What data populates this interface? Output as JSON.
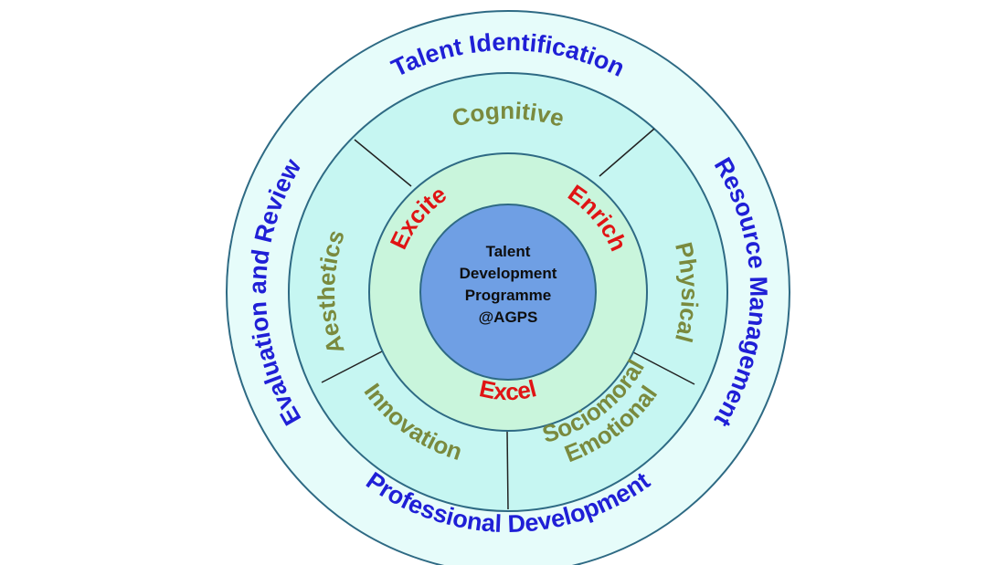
{
  "outer_ring": {
    "top": "Talent Identification",
    "right": "Resource Management",
    "bottom": "Professional Development",
    "left": "Evaluation and Review"
  },
  "domain_ring": {
    "cognitive": "Cognitive",
    "physical": "Physical",
    "sociomoral_line1": "Sociomoral",
    "sociomoral_line2": "Emotional",
    "innovation": "Innovation",
    "aesthetics": "Aesthetics"
  },
  "inner_ring": {
    "excite": "Excite",
    "enrich": "Enrich",
    "excel": "Excel"
  },
  "center": {
    "line1": "Talent",
    "line2": "Development",
    "line3": "Programme",
    "line4": "@AGPS"
  },
  "colors": {
    "outer_ring_fill": "#e6fcfa",
    "domain_ring_fill": "#c6f6f2",
    "inner_ring_fill": "#c9f5dc",
    "center_fill": "#6f9fe4",
    "outer_text": "#1f1fd6",
    "domain_text": "#7a8a3e",
    "inner_text": "#e01414",
    "center_text": "#0e0e0e"
  }
}
